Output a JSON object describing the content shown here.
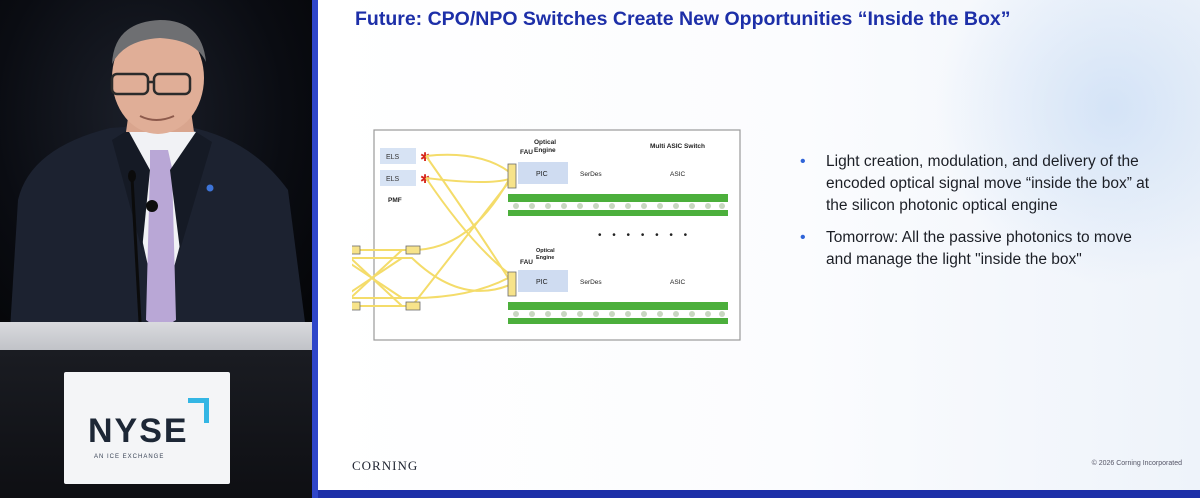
{
  "slide": {
    "title": "Future: CPO/NPO Switches Create New Opportunities “Inside the Box”",
    "bullets": [
      "Light creation, modulation, and delivery of the encoded optical signal move “inside the box” at the silicon photonic optical engine",
      "Tomorrow: All the passive photonics to move and manage the light \"inside the box\""
    ],
    "logo": "CORNING",
    "copyright": "© 2026 Corning Incorporated"
  },
  "diagram": {
    "els_top": "ELS",
    "els_bottom": "ELS",
    "pmf": "PMF",
    "fau_top": "FAU",
    "fau_bottom": "FAU",
    "optical_engine_top_1": "Optical",
    "optical_engine_top_2": "Engine",
    "optical_engine_bottom_1": "Optical",
    "optical_engine_bottom_2": "Engine",
    "multi_asic_switch": "Multi ASIC Switch",
    "pic_top": "PIC",
    "pic_bottom": "PIC",
    "serdes_top": "SerDes",
    "serdes_bottom": "SerDes",
    "asic_top": "ASIC",
    "asic_bottom": "ASIC"
  },
  "video": {
    "sign_name": "NYSE",
    "sign_tagline": "AN ICE EXCHANGE"
  },
  "colors": {
    "title_blue": "#1d2fa8",
    "fiber_yellow": "#f4dc6a",
    "board_green": "#4caf3c",
    "els_star_red": "#d6261c",
    "divider_blue": "#2f46c9"
  }
}
